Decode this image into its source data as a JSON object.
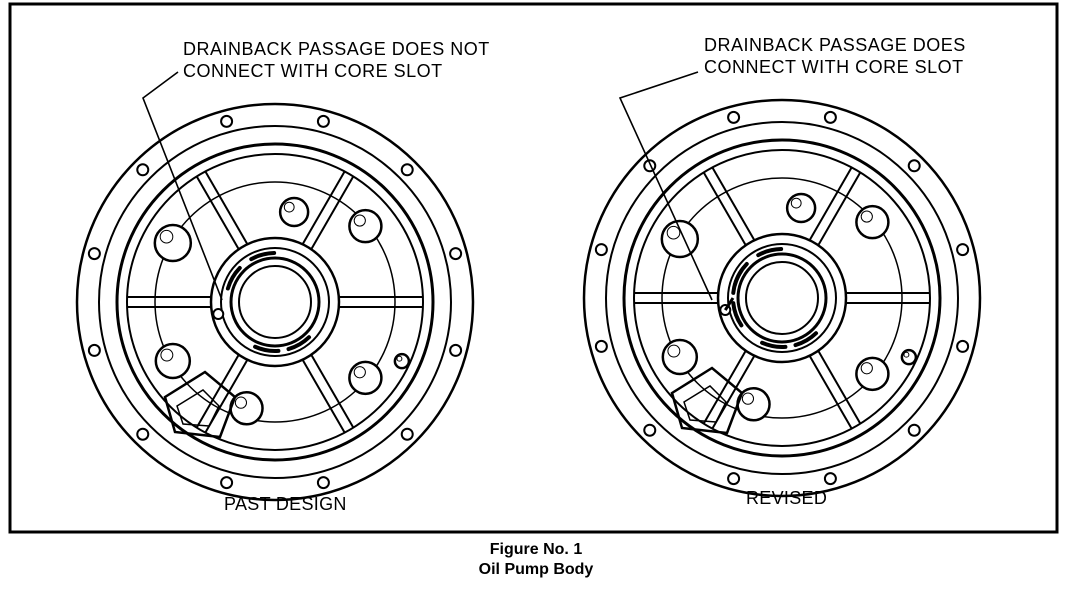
{
  "figure": {
    "left_callout": {
      "line1": "DRAINBACK PASSAGE DOES NOT",
      "line2": "CONNECT WITH CORE SLOT"
    },
    "right_callout": {
      "line1": "DRAINBACK PASSAGE DOES",
      "line2": "CONNECT WITH CORE SLOT"
    },
    "left_label": "PAST DESIGN",
    "right_label": "REVISED",
    "caption_number": "Figure No. 1",
    "caption_title": "Oil Pump Body"
  }
}
